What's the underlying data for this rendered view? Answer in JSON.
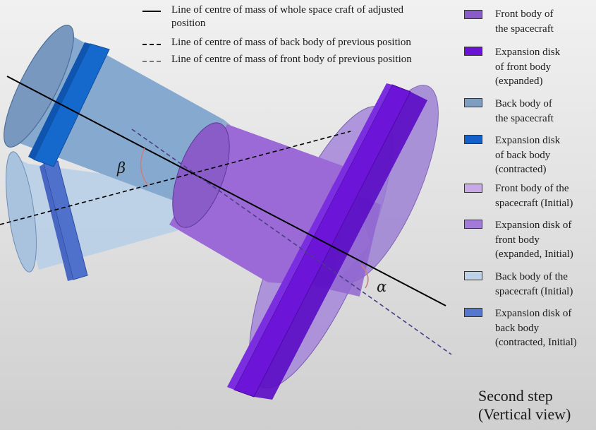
{
  "line_legend": [
    {
      "line1": "Line of centre of mass of whole space craft of adjusted",
      "line2": "position",
      "style": "solid",
      "color": "#000000"
    },
    {
      "line1": "Line of centre of mass of back body of previous position",
      "line2": "",
      "style": "dashed",
      "color": "#000000"
    },
    {
      "line1": "Line of centre of mass of front body of previous position",
      "line2": "",
      "style": "dashed",
      "color": "#777777"
    }
  ],
  "color_key": [
    {
      "color": "#8a5cc8",
      "lines": [
        "Front body of",
        "the spacecraft"
      ]
    },
    {
      "color": "#6a12d6",
      "lines": [
        "Expansion disk",
        "of front body",
        "(expanded)"
      ]
    },
    {
      "color": "#7f9dbf",
      "lines": [
        "Back body of",
        "the spacecraft"
      ]
    },
    {
      "color": "#1560c8",
      "lines": [
        "Expansion disk",
        "of back body",
        "(contracted)"
      ]
    },
    {
      "color": "#c9a8e8",
      "lines": [
        "Front body of the",
        "spacecraft (Initial)"
      ]
    },
    {
      "color": "#a27ad8",
      "lines": [
        "Expansion disk of",
        "front body",
        "(expanded, Initial)"
      ]
    },
    {
      "color": "#bcd3ea",
      "lines": [
        "Back body of the",
        "spacecraft (Initial)"
      ]
    },
    {
      "color": "#5577d0",
      "lines": [
        "Expansion disk of",
        "back body",
        "(contracted, Initial)"
      ]
    }
  ],
  "angles": {
    "beta": "β",
    "alpha": "α"
  },
  "caption": {
    "line1": "Second step",
    "line2": "(Vertical view)"
  }
}
